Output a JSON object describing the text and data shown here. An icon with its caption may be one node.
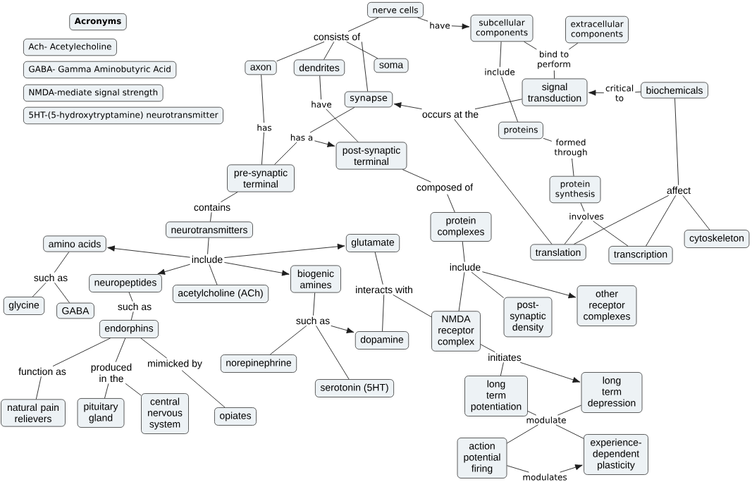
{
  "diagram": {
    "nodes": [
      {
        "text": [
          "Acronyms"
        ]
      },
      {
        "text": [
          "Ach- Acetylecholine"
        ]
      },
      {
        "text": [
          "GABA- Gamma Aminobutyric Acid"
        ]
      },
      {
        "text": [
          "NMDA-mediate signal strength"
        ]
      },
      {
        "text": [
          "5HT-(5-hydroxytryptamine) neurotransmitter"
        ]
      },
      {
        "text": [
          "nerve cells"
        ]
      },
      {
        "text": [
          "consists of"
        ]
      },
      {
        "text": [
          "axon"
        ]
      },
      {
        "text": [
          "dendrites"
        ]
      },
      {
        "text": [
          "soma"
        ]
      },
      {
        "text": [
          "synapse"
        ]
      },
      {
        "text": [
          "have"
        ]
      },
      {
        "text": [
          "has"
        ]
      },
      {
        "text": [
          "has a"
        ]
      },
      {
        "text": [
          "pre-synaptic terminal"
        ]
      },
      {
        "text": [
          "post-synaptic terminal"
        ]
      },
      {
        "text": [
          "have"
        ]
      },
      {
        "text": [
          "subcellular components"
        ]
      },
      {
        "text": [
          "extracellular components"
        ]
      },
      {
        "text": [
          "bind to perform"
        ]
      },
      {
        "text": [
          "include"
        ]
      },
      {
        "text": [
          "signal transduction"
        ]
      },
      {
        "text": [
          "critical to"
        ]
      },
      {
        "text": [
          "biochemicals"
        ]
      },
      {
        "text": [
          "occurs at the"
        ]
      },
      {
        "text": [
          "proteins"
        ]
      },
      {
        "text": [
          "formed through"
        ]
      },
      {
        "text": [
          "protein synthesis"
        ]
      },
      {
        "text": [
          "affect"
        ]
      },
      {
        "text": [
          "involves"
        ]
      },
      {
        "text": [
          "translation"
        ]
      },
      {
        "text": [
          "transcription"
        ]
      },
      {
        "text": [
          "cytoskeleton"
        ]
      },
      {
        "text": [
          "composed of"
        ]
      },
      {
        "text": [
          "protein complexes"
        ]
      },
      {
        "text": [
          "contains"
        ]
      },
      {
        "text": [
          "neurotransmitters"
        ]
      },
      {
        "text": [
          "include"
        ]
      },
      {
        "text": [
          "amino acids"
        ]
      },
      {
        "text": [
          "glutamate"
        ]
      },
      {
        "text": [
          "such as"
        ]
      },
      {
        "text": [
          "neuropeptides"
        ]
      },
      {
        "text": [
          "acetylcholine (ACh)"
        ]
      },
      {
        "text": [
          "biogenic amines"
        ]
      },
      {
        "text": [
          "glycine"
        ]
      },
      {
        "text": [
          "GABA"
        ]
      },
      {
        "text": [
          "such as"
        ]
      },
      {
        "text": [
          "interacts with"
        ]
      },
      {
        "text": [
          "endorphins"
        ]
      },
      {
        "text": [
          "such as"
        ]
      },
      {
        "text": [
          "dopamine"
        ]
      },
      {
        "text": [
          "include"
        ]
      },
      {
        "text": [
          "post-synaptic density"
        ]
      },
      {
        "text": [
          "other receptor complexes"
        ]
      },
      {
        "text": [
          "NMDA receptor complex"
        ]
      },
      {
        "text": [
          "function as"
        ]
      },
      {
        "text": [
          "produced in the"
        ]
      },
      {
        "text": [
          "mimicked by"
        ]
      },
      {
        "text": [
          "norepinephrine"
        ]
      },
      {
        "text": [
          "serotonin (5HT)"
        ]
      },
      {
        "text": [
          "initiates"
        ]
      },
      {
        "text": [
          "natural pain relievers"
        ]
      },
      {
        "text": [
          "pituitary gland"
        ]
      },
      {
        "text": [
          "central nervous system"
        ]
      },
      {
        "text": [
          "opiates"
        ]
      },
      {
        "text": [
          "long term potentiation"
        ]
      },
      {
        "text": [
          "long term depression"
        ]
      },
      {
        "text": [
          "modulate"
        ]
      },
      {
        "text": [
          "action potential firing"
        ]
      },
      {
        "text": [
          "experience-dependent plasticity"
        ]
      },
      {
        "text": [
          "modulates"
        ]
      }
    ],
    "edges": [
      {
        "from": 5,
        "to": 6,
        "arrow": "none"
      },
      {
        "from": 6,
        "to": 7,
        "arrow": "none"
      },
      {
        "from": 6,
        "to": 8,
        "arrow": "none"
      },
      {
        "from": 6,
        "to": 9,
        "arrow": "none"
      },
      {
        "from": 6,
        "to": 10,
        "arrow": "none"
      },
      {
        "from": 5,
        "to": 16,
        "arrow": "none"
      },
      {
        "from": 16,
        "to": 17,
        "arrow": "to"
      },
      {
        "from": 17,
        "to": 20,
        "arrow": "none"
      },
      {
        "from": 20,
        "to": 25,
        "arrow": "none"
      },
      {
        "from": 17,
        "to": 19,
        "arrow": "none"
      },
      {
        "from": 18,
        "to": 19,
        "arrow": "none"
      },
      {
        "from": 19,
        "to": 21,
        "arrow": "none"
      },
      {
        "from": 23,
        "to": 22,
        "arrow": "none"
      },
      {
        "from": 22,
        "to": 21,
        "arrow": "to"
      },
      {
        "from": 21,
        "to": 24,
        "arrow": "none"
      },
      {
        "from": 24,
        "to": 10,
        "arrow": "to"
      },
      {
        "from": 24,
        "to": 30,
        "arrow": "none"
      },
      {
        "from": 25,
        "to": 26,
        "arrow": "none"
      },
      {
        "from": 26,
        "to": 27,
        "arrow": "none"
      },
      {
        "from": 23,
        "to": 28,
        "arrow": "none"
      },
      {
        "from": 28,
        "to": 30,
        "arrow": "none"
      },
      {
        "from": 28,
        "to": 31,
        "arrow": "none"
      },
      {
        "from": 28,
        "to": 32,
        "arrow": "none"
      },
      {
        "from": 27,
        "to": 29,
        "arrow": "none"
      },
      {
        "from": 29,
        "to": 30,
        "arrow": "none"
      },
      {
        "from": 29,
        "to": 31,
        "arrow": "none"
      },
      {
        "from": 8,
        "to": 11,
        "arrow": "none"
      },
      {
        "from": 11,
        "to": 15,
        "arrow": "none"
      },
      {
        "from": 7,
        "to": 12,
        "arrow": "none"
      },
      {
        "from": 12,
        "to": 14,
        "arrow": "none"
      },
      {
        "from": 10,
        "to": 13,
        "arrow": "none"
      },
      {
        "from": 13,
        "to": 14,
        "arrow": "none"
      },
      {
        "from": 13,
        "to": 15,
        "arrow": "to"
      },
      {
        "from": 15,
        "to": 33,
        "arrow": "none"
      },
      {
        "from": 33,
        "to": 34,
        "arrow": "none"
      },
      {
        "from": 14,
        "to": 35,
        "arrow": "none"
      },
      {
        "from": 35,
        "to": 36,
        "arrow": "none"
      },
      {
        "from": 36,
        "to": 37,
        "arrow": "none"
      },
      {
        "from": 37,
        "to": 38,
        "arrow": "to"
      },
      {
        "from": 37,
        "to": 41,
        "arrow": "to"
      },
      {
        "from": 37,
        "to": 42,
        "arrow": "none"
      },
      {
        "from": 37,
        "to": 43,
        "arrow": "to"
      },
      {
        "from": 37,
        "to": 39,
        "arrow": "to"
      },
      {
        "from": 38,
        "to": 40,
        "arrow": "none"
      },
      {
        "from": 40,
        "to": 44,
        "arrow": "none"
      },
      {
        "from": 40,
        "to": 45,
        "arrow": "none"
      },
      {
        "from": 41,
        "to": 46,
        "arrow": "none"
      },
      {
        "from": 46,
        "to": 48,
        "arrow": "none"
      },
      {
        "from": 39,
        "to": 47,
        "arrow": "none"
      },
      {
        "from": 47,
        "to": 50,
        "arrow": "none"
      },
      {
        "from": 47,
        "to": 54,
        "arrow": "none"
      },
      {
        "from": 43,
        "to": 49,
        "arrow": "none"
      },
      {
        "from": 49,
        "to": 58,
        "arrow": "none"
      },
      {
        "from": 49,
        "to": 59,
        "arrow": "none"
      },
      {
        "from": 49,
        "to": 50,
        "arrow": "to"
      },
      {
        "from": 34,
        "to": 51,
        "arrow": "none"
      },
      {
        "from": 51,
        "to": 54,
        "arrow": "none"
      },
      {
        "from": 51,
        "to": 52,
        "arrow": "none"
      },
      {
        "from": 51,
        "to": 53,
        "arrow": "to"
      },
      {
        "from": 48,
        "to": 55,
        "arrow": "none"
      },
      {
        "from": 55,
        "to": 61,
        "arrow": "none"
      },
      {
        "from": 48,
        "to": 56,
        "arrow": "none"
      },
      {
        "from": 56,
        "to": 62,
        "arrow": "none"
      },
      {
        "from": 56,
        "to": 63,
        "arrow": "none"
      },
      {
        "from": 48,
        "to": 57,
        "arrow": "none"
      },
      {
        "from": 57,
        "to": 64,
        "arrow": "none"
      },
      {
        "from": 54,
        "to": 60,
        "arrow": "none"
      },
      {
        "from": 60,
        "to": 65,
        "arrow": "none"
      },
      {
        "from": 60,
        "to": 66,
        "arrow": "to"
      },
      {
        "from": 65,
        "to": 67,
        "arrow": "none"
      },
      {
        "from": 66,
        "to": 67,
        "arrow": "none"
      },
      {
        "from": 67,
        "to": 68,
        "arrow": "none"
      },
      {
        "from": 67,
        "to": 69,
        "arrow": "none"
      },
      {
        "from": 68,
        "to": 70,
        "arrow": "none"
      },
      {
        "from": 70,
        "to": 69,
        "arrow": "to"
      }
    ]
  }
}
